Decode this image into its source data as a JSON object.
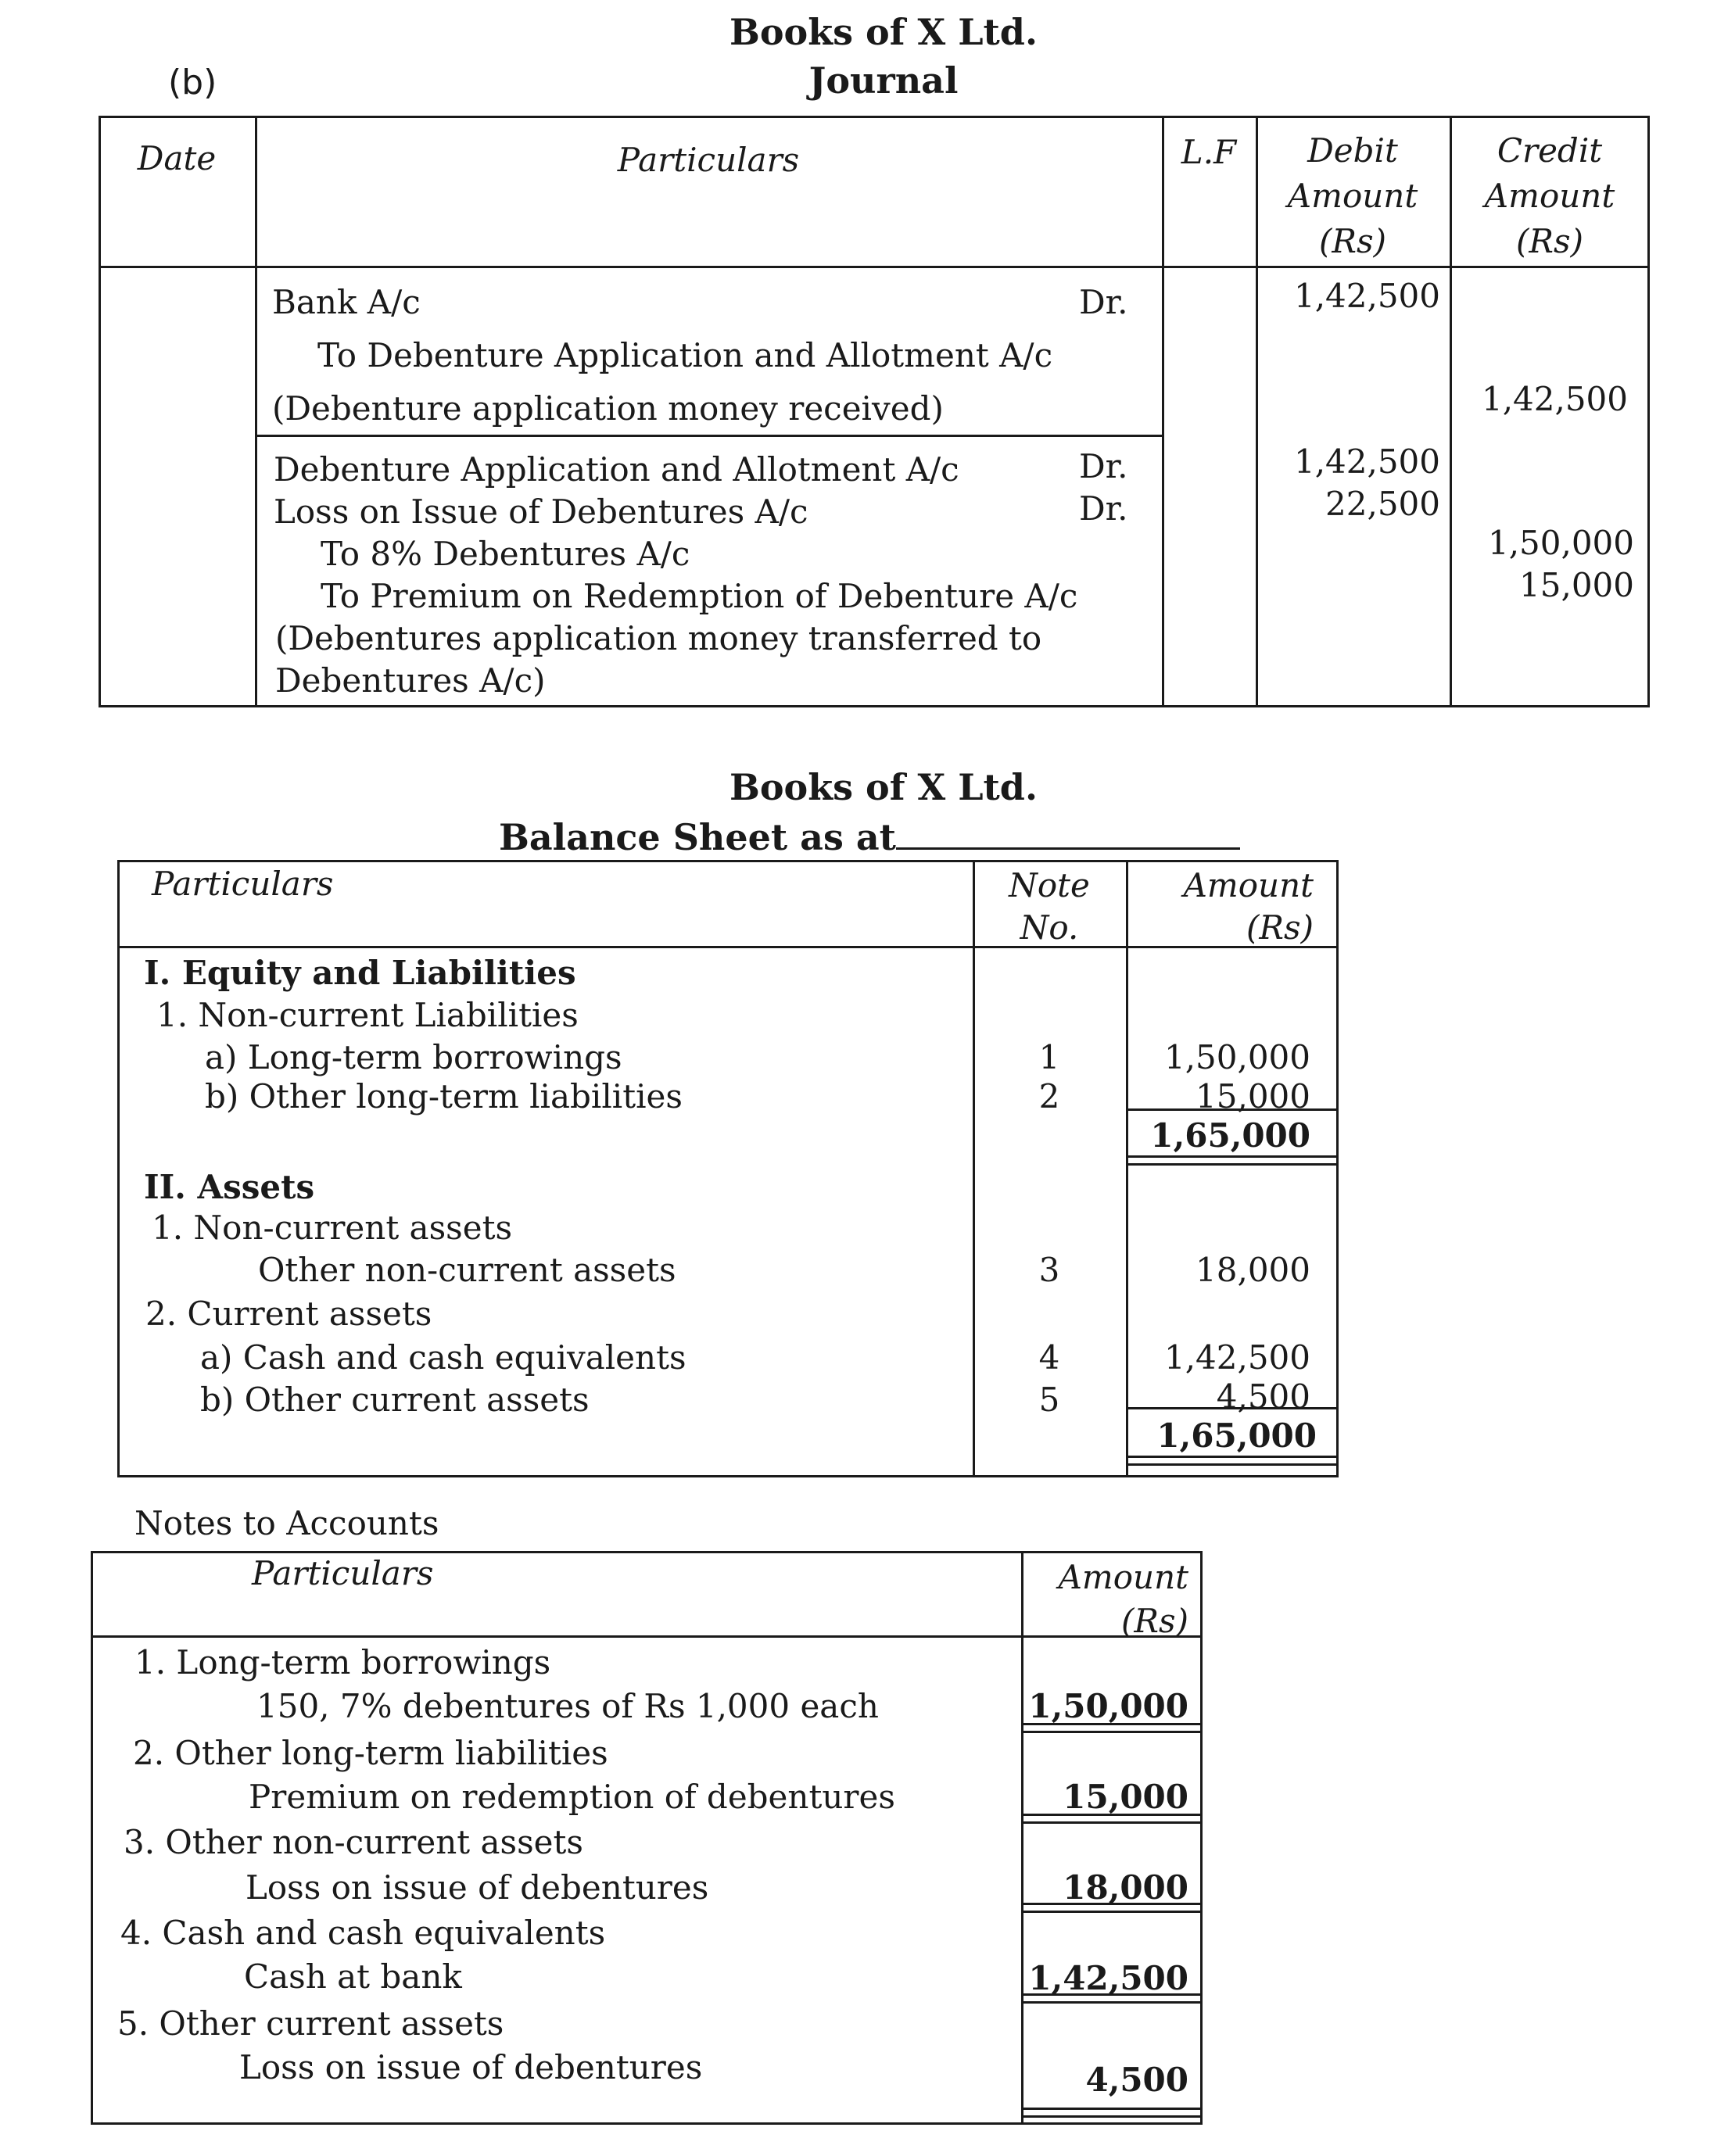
{
  "part_label": "(b)",
  "journal": {
    "title1": "Books of X Ltd.",
    "title2": "Journal",
    "headers": {
      "date": "Date",
      "particulars": "Particulars",
      "lf": "L.F",
      "debit": [
        "Debit",
        "Amount",
        "(Rs)"
      ],
      "credit": [
        "Credit",
        "Amount",
        "(Rs)"
      ]
    },
    "entry1": {
      "line1": "Bank A/c",
      "dr1": "Dr.",
      "line2": "To Debenture Application and Allotment A/c",
      "narration": "(Debenture application money received)",
      "debit": "1,42,500",
      "credit": "1,42,500"
    },
    "entry2": {
      "line1": "Debenture Application and Allotment A/c",
      "dr1": "Dr.",
      "line2": "Loss on Issue of Debentures A/c",
      "dr2": "Dr.",
      "line3": "To 8% Debentures A/c",
      "line4": "To Premium on Redemption of Debenture A/c",
      "narration1": "(Debentures application money transferred to",
      "narration2": "Debentures A/c)",
      "debit1": "1,42,500",
      "debit2": "22,500",
      "credit1": "1,50,000",
      "credit2": "15,000"
    }
  },
  "balance_sheet": {
    "title1": "Books of X Ltd.",
    "title2": "Balance Sheet as at",
    "headers": {
      "particulars": "Particulars",
      "note": [
        "Note",
        "No."
      ],
      "amount": [
        "Amount",
        "(Rs)"
      ]
    },
    "section1": "I. Equity and Liabilities",
    "s1_sub": "1.  Non-current Liabilities",
    "s1_a": "a)  Long-term borrowings",
    "s1_a_note": "1",
    "s1_a_amt": "1,50,000",
    "s1_b": "b)  Other long-term liabilities",
    "s1_b_note": "2",
    "s1_b_amt": "15,000",
    "s1_total": "1,65,000",
    "section2": "II. Assets",
    "s2_sub1": "1.  Non-current assets",
    "s2_sub1_item": "Other non-current assets",
    "s2_sub1_note": "3",
    "s2_sub1_amt": "18,000",
    "s2_sub2": "2.  Current assets",
    "s2_a": "a)  Cash and cash equivalents",
    "s2_a_note": "4",
    "s2_a_amt": "1,42,500",
    "s2_b": "b)  Other current assets",
    "s2_b_note": "5",
    "s2_b_amt": "4,500",
    "s2_total": "1,65,000"
  },
  "notes": {
    "title": "Notes to Accounts",
    "headers": {
      "particulars": "Particulars",
      "amount": [
        "Amount",
        "(Rs)"
      ]
    },
    "items": [
      {
        "head": "1.  Long-term borrowings",
        "detail": "150, 7% debentures of Rs 1,000 each",
        "amount": "1,50,000"
      },
      {
        "head": "2.  Other long-term liabilities",
        "detail": "Premium on redemption of debentures",
        "amount": "15,000"
      },
      {
        "head": "3.  Other non-current assets",
        "detail": "Loss on issue of debentures",
        "amount": "18,000"
      },
      {
        "head": "4.  Cash and cash equivalents",
        "detail": "Cash at bank",
        "amount": "1,42,500"
      },
      {
        "head": "5.  Other current assets",
        "detail": "Loss on issue of debentures",
        "amount": "4,500"
      }
    ]
  }
}
